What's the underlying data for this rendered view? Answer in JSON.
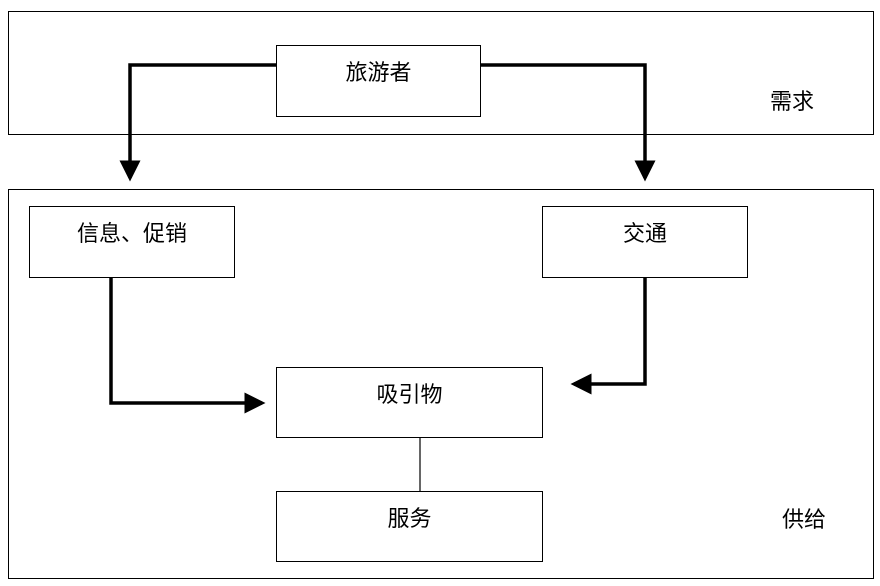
{
  "regions": {
    "demand_label": "需求",
    "supply_label": "供给"
  },
  "nodes": {
    "tourist": "旅游者",
    "info_promotion": "信息、促销",
    "transport": "交通",
    "attraction": "吸引物",
    "service": "服务"
  },
  "colors": {
    "line": "#000000",
    "background": "#ffffff"
  }
}
